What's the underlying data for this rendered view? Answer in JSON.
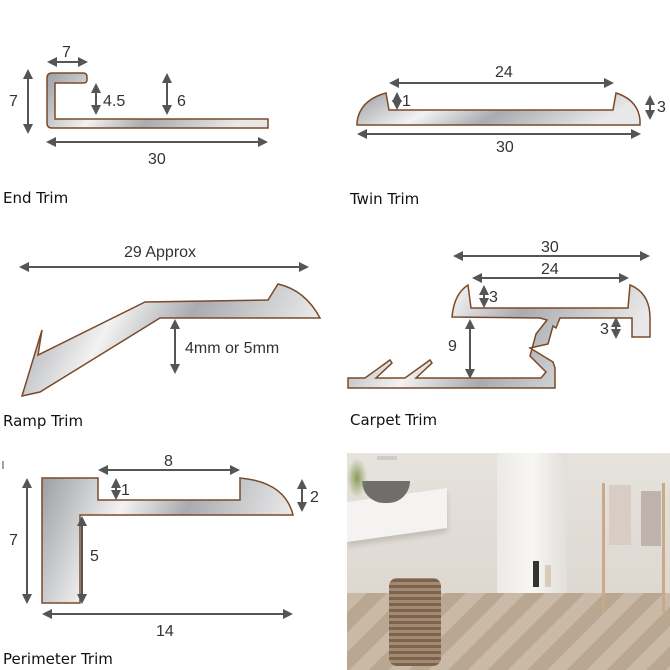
{
  "end_trim": {
    "caption": "End Trim",
    "dims": {
      "width_top": "7",
      "height": "7",
      "inner": "4.5",
      "gap": "6",
      "length": "30"
    }
  },
  "twin_trim": {
    "caption": "Twin Trim",
    "dims": {
      "inner": "24",
      "lip": "1",
      "height": "3",
      "length": "30"
    }
  },
  "ramp_trim": {
    "caption": "Ramp Trim",
    "dims": {
      "length": "29 Approx",
      "height": "4mm or 5mm"
    }
  },
  "carpet_trim": {
    "caption": "Carpet Trim",
    "dims": {
      "outer": "30",
      "inner": "24",
      "lip": "3",
      "drop": "3",
      "height": "9"
    }
  },
  "perimeter_trim": {
    "caption": "Perimeter Trim",
    "dims": {
      "channel": "8",
      "lip": "1",
      "nose": "2",
      "height": "7",
      "inner_height": "5",
      "length": "14"
    }
  },
  "colors": {
    "profile_stroke": "#7a4a28",
    "arrow": "#555555"
  }
}
